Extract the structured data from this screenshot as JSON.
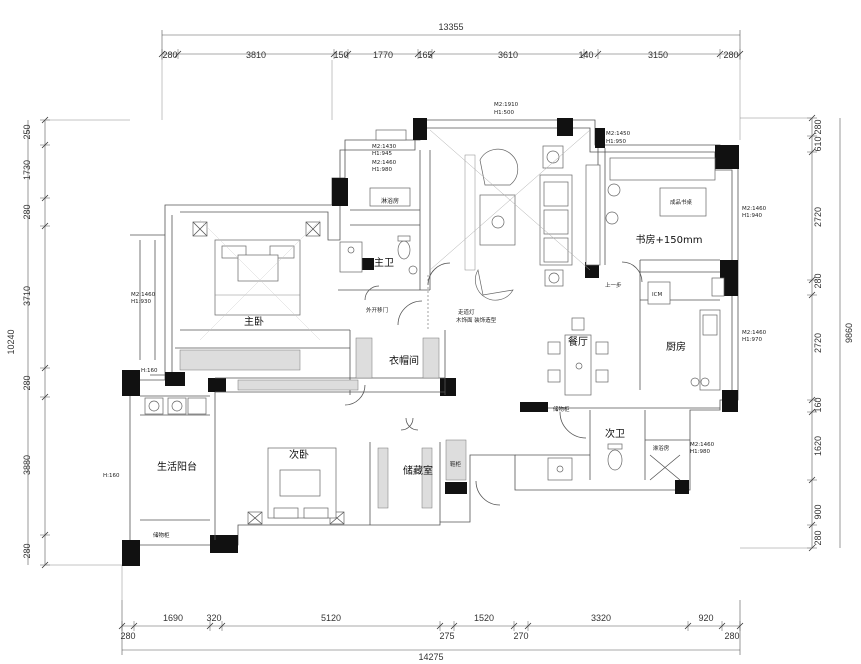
{
  "top_dims": {
    "total": "13355",
    "segments": [
      "280",
      "3810",
      "150",
      "1770",
      "165",
      "3610",
      "140",
      "3150",
      "280"
    ]
  },
  "bottom_dims": {
    "total": "14275",
    "segments": [
      "280",
      "1690",
      "320",
      "5120",
      "275",
      "1520",
      "270",
      "3320",
      "920",
      "280"
    ]
  },
  "left_dims": {
    "total": "10240",
    "segments": [
      "250",
      "1730",
      "280",
      "3710",
      "280",
      "3880",
      "280"
    ]
  },
  "right_dims": {
    "total": "9860",
    "segments": [
      "280",
      "610",
      "2720",
      "280",
      "2720",
      "160",
      "1620",
      "900",
      "280"
    ]
  },
  "rooms": {
    "master_bedroom": "主卧",
    "master_bath": "主卫",
    "laundry": "淋浴房",
    "walkin_closet": "衣帽间",
    "second_bedroom": "次卧",
    "storage": "储藏室",
    "life_balcony": "生活阳台",
    "dining": "餐厅",
    "kitchen": "厨房",
    "study": "书房+150mm",
    "second_bath": "次卫",
    "shower": "淋浴房"
  },
  "labels": {
    "window_top": [
      "M2:1910",
      "H1:500"
    ],
    "window_a": [
      "M2:1430",
      "H1:945"
    ],
    "window_b": [
      "M2:1460",
      "H1:980"
    ],
    "window_c": [
      "M2:1450",
      "H1:950"
    ],
    "window_d": [
      "M2:1460",
      "H1:940"
    ],
    "window_e": [
      "M2:1460",
      "H1:930"
    ],
    "window_f": [
      "M2:1460",
      "H1:970"
    ],
    "window_g": [
      "M2:1460",
      "H1:980"
    ],
    "h160_a": "H:160",
    "h160_b": "H:160",
    "desk": "成品书桌",
    "bath_door": "外开移门",
    "corridor_note": "走道灯",
    "corridor_note2": "木饰面 装饰造型",
    "storage_cab": "储物柜",
    "storage_cab2": "储物柜",
    "fridge": "ICM",
    "shelf": "鞋柜",
    "step": "上一步"
  }
}
